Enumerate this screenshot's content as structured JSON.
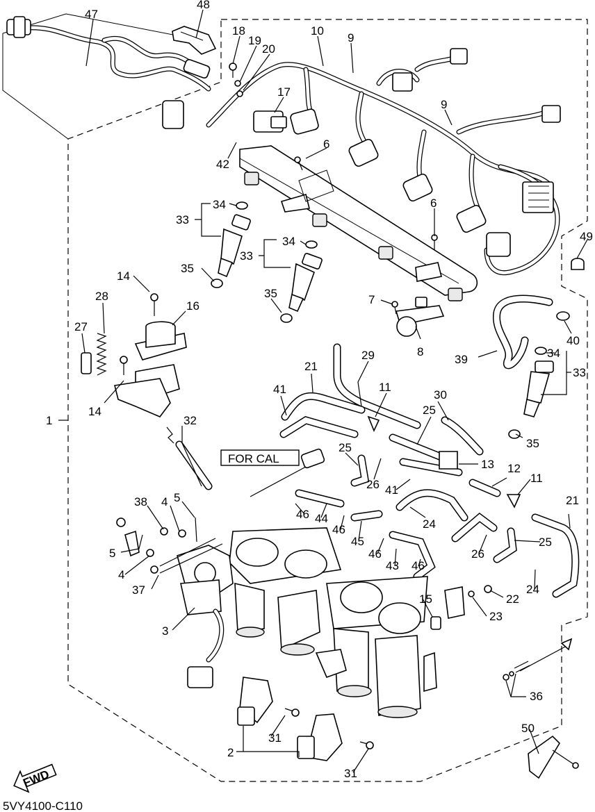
{
  "diagram": {
    "code": "5VY4100-C110",
    "note_box": "FOR CAL",
    "fwd_label": "FWD",
    "callouts": [
      "47",
      "48",
      "18",
      "19",
      "20",
      "10",
      "9",
      "9",
      "17",
      "6",
      "42",
      "34",
      "33",
      "35",
      "6",
      "34",
      "33",
      "35",
      "49",
      "14",
      "28",
      "16",
      "27",
      "7",
      "8",
      "40",
      "39",
      "34",
      "33",
      "14",
      "1",
      "21",
      "29",
      "41",
      "11",
      "30",
      "25",
      "32",
      "25",
      "13",
      "26",
      "12",
      "41",
      "11",
      "35",
      "38",
      "4",
      "5",
      "46",
      "44",
      "46",
      "45",
      "24",
      "21",
      "5",
      "4",
      "46",
      "43",
      "46",
      "26",
      "25",
      "37",
      "24",
      "3",
      "15",
      "22",
      "23",
      "36",
      "31",
      "2",
      "31",
      "50"
    ]
  }
}
